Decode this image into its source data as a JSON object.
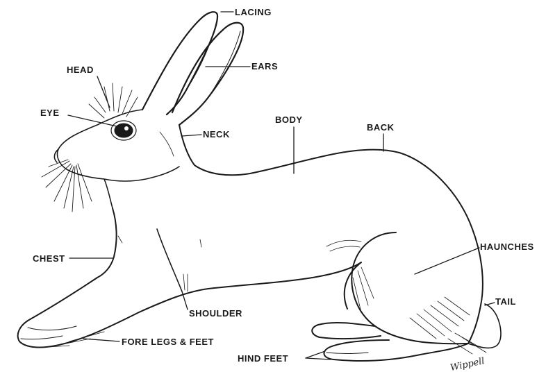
{
  "labels": {
    "lacing": "LACING",
    "ears": "EARS",
    "head": "HEAD",
    "eye": "EYE",
    "neck": "NECK",
    "body": "BODY",
    "back": "BACK",
    "chest": "CHEST",
    "haunches": "HAUNCHES",
    "shoulder": "SHOULDER",
    "tail": "TAIL",
    "fore_legs_feet": "FORE LEGS & FEET",
    "hind_feet": "HIND FEET"
  },
  "signature": "Wippell",
  "colors": {
    "ink": "#1a1a1a",
    "paper": "#ffffff"
  }
}
